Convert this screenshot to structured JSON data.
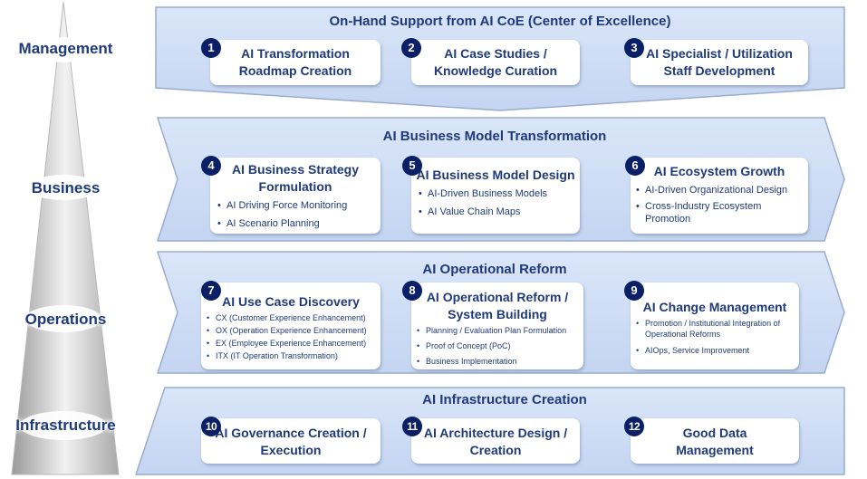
{
  "levels": [
    "Management",
    "Business",
    "Operations",
    "Infrastructure"
  ],
  "banners": {
    "management": "On-Hand Support from AI CoE (Center of Excellence)",
    "business": "AI Business Model Transformation",
    "operations": "AI Operational Reform",
    "infrastructure": "AI Infrastructure Creation"
  },
  "colors": {
    "banner_fill": "#c8d8f4",
    "badge": "#0a1f66",
    "text": "#1f3a7a"
  },
  "cards": [
    {
      "num": "1",
      "title_lines": [
        "AI Transformation",
        "Roadmap Creation"
      ],
      "bullets": []
    },
    {
      "num": "2",
      "title_lines": [
        "AI Case Studies /",
        "Knowledge Curation"
      ],
      "bullets": []
    },
    {
      "num": "3",
      "title_lines": [
        "AI Specialist / Utilization",
        "Staff Development"
      ],
      "bullets": []
    },
    {
      "num": "4",
      "title_lines": [
        "AI Business Strategy",
        "Formulation"
      ],
      "bullets": [
        "AI Driving Force Monitoring",
        "AI Scenario Planning"
      ]
    },
    {
      "num": "5",
      "title_lines": [
        "AI Business Model Design"
      ],
      "bullets": [
        "AI-Driven Business Models",
        "AI Value Chain Maps"
      ]
    },
    {
      "num": "6",
      "title_lines": [
        "AI Ecosystem Growth"
      ],
      "bullets": [
        "AI-Driven Organizational Design",
        "Cross-Industry Ecosystem Promotion"
      ]
    },
    {
      "num": "7",
      "title_lines": [
        "AI Use Case Discovery"
      ],
      "bullets": [
        "CX (Customer Experience Enhancement)",
        "OX (Operation Experience Enhancement)",
        "EX (Employee Experience Enhancement)",
        "ITX (IT Operation Transformation)"
      ]
    },
    {
      "num": "8",
      "title_lines": [
        "AI Operational Reform /",
        "System Building"
      ],
      "bullets": [
        "Planning / Evaluation Plan Formulation",
        "Proof of Concept (PoC)",
        "Business Implementation"
      ]
    },
    {
      "num": "9",
      "title_lines": [
        "AI Change Management"
      ],
      "bullets": [
        "Promotion / Institutional Integration of Operational Reforms",
        "AIOps, Service Improvement"
      ]
    },
    {
      "num": "10",
      "title_lines": [
        "AI Governance Creation /",
        "Execution"
      ],
      "bullets": []
    },
    {
      "num": "11",
      "title_lines": [
        "AI Architecture Design /",
        "Creation"
      ],
      "bullets": []
    },
    {
      "num": "12",
      "title_lines": [
        "Good Data",
        "Management"
      ],
      "bullets": []
    }
  ]
}
